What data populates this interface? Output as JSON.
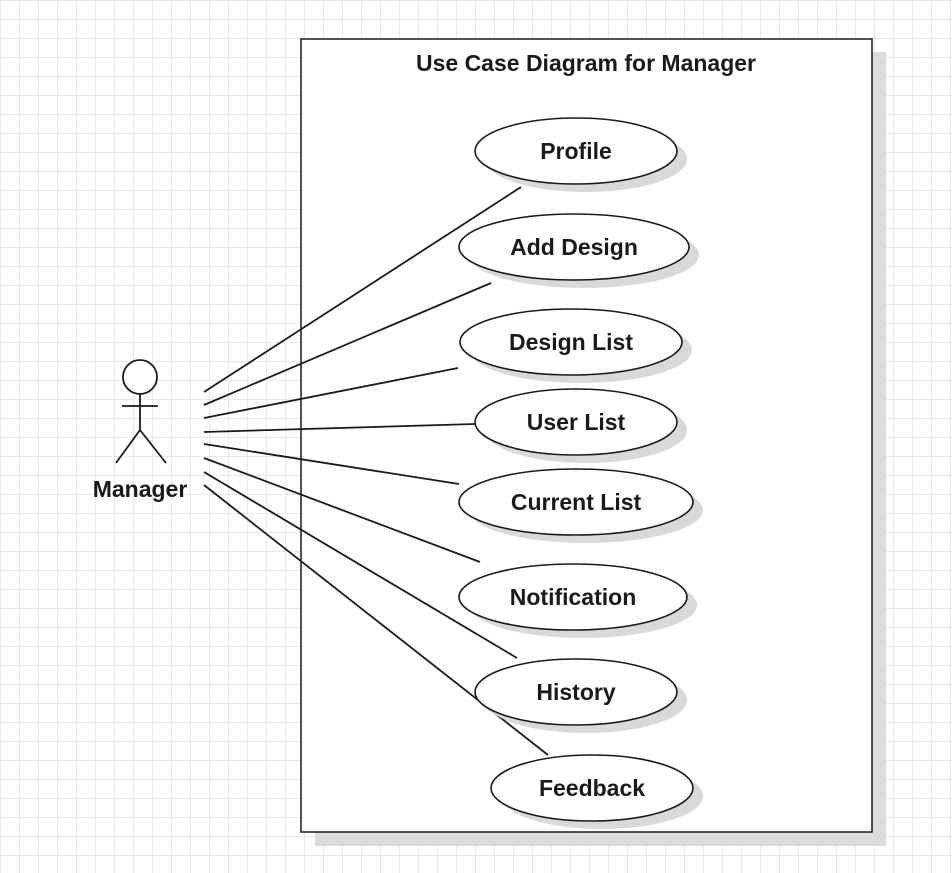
{
  "diagram": {
    "title": "Use Case Diagram for Manager",
    "actor": {
      "name": "Manager"
    },
    "use_cases": [
      {
        "label": "Profile"
      },
      {
        "label": "Add Design"
      },
      {
        "label": "Design List"
      },
      {
        "label": "User List"
      },
      {
        "label": "Current List"
      },
      {
        "label": "Notification"
      },
      {
        "label": "History"
      },
      {
        "label": "Feedback"
      }
    ],
    "colors": {
      "stroke": "#1a1a1a",
      "shadow": "#d9d9d9",
      "grid": "#e9e9e9"
    }
  }
}
